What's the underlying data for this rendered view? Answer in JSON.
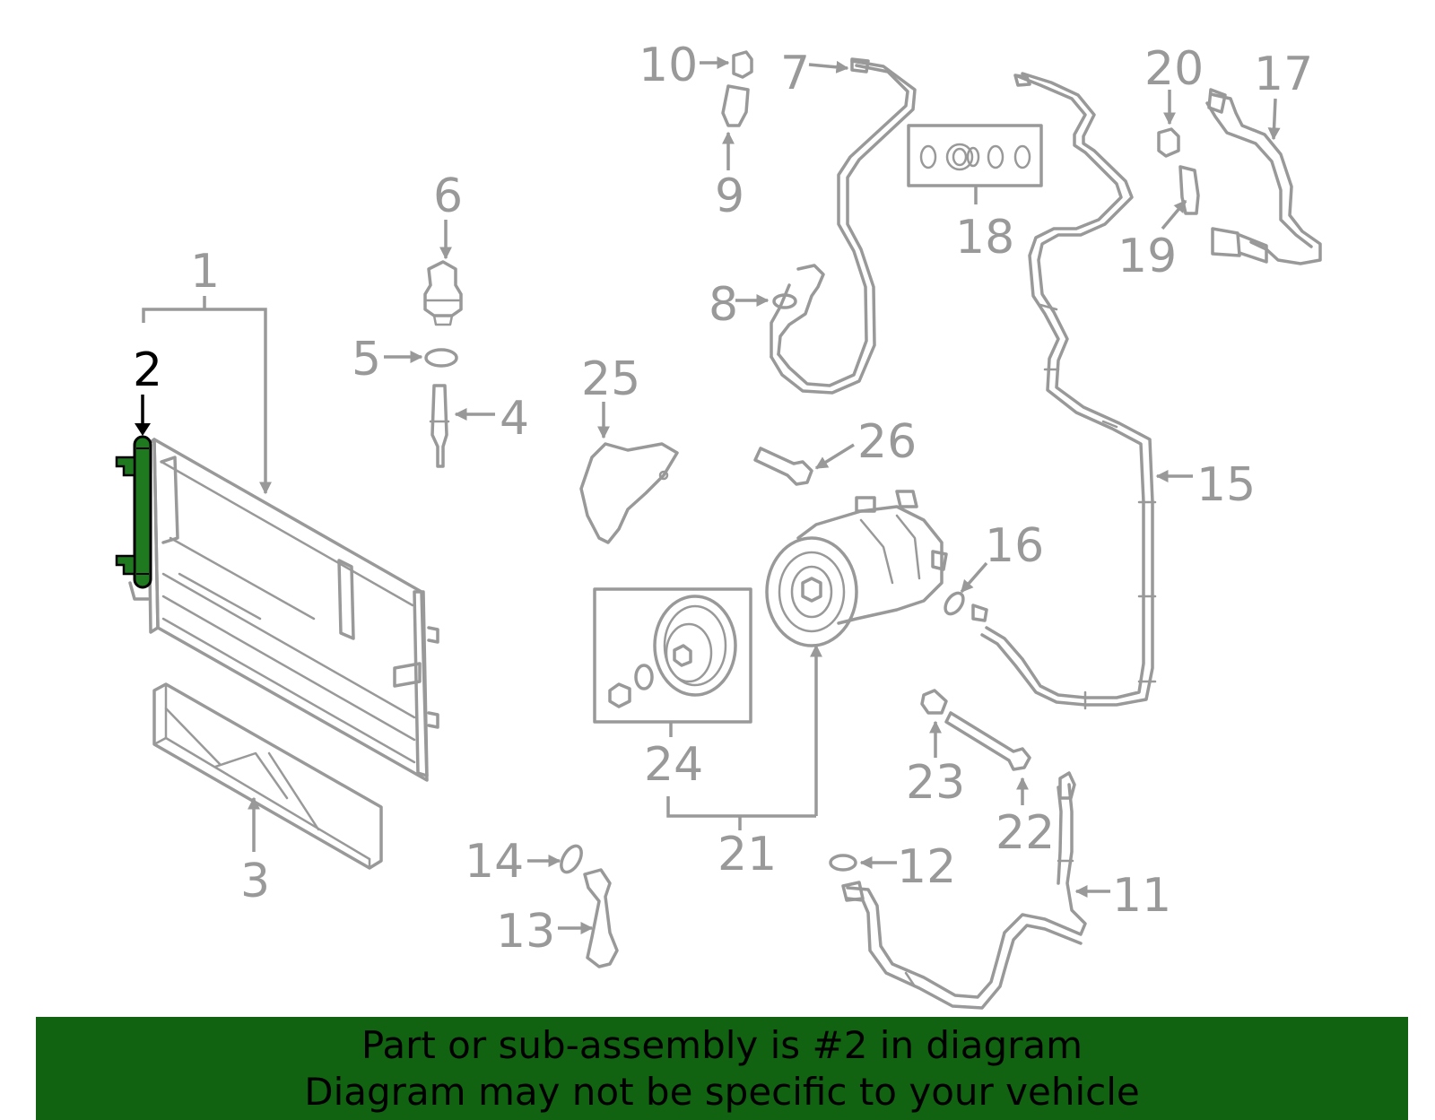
{
  "diagram": {
    "highlighted_part": "2",
    "highlight_color": "#1f7a1f",
    "callouts": {
      "c1": "1",
      "c2": "2",
      "c3": "3",
      "c4": "4",
      "c5": "5",
      "c6": "6",
      "c7": "7",
      "c8": "8",
      "c9": "9",
      "c10": "10",
      "c11": "11",
      "c12": "12",
      "c13": "13",
      "c14": "14",
      "c15": "15",
      "c16": "16",
      "c17": "17",
      "c18": "18",
      "c19": "19",
      "c20": "20",
      "c21": "21",
      "c22": "22",
      "c23": "23",
      "c24": "24",
      "c25": "25",
      "c26": "26"
    }
  },
  "banner": {
    "line1": "Part or sub-assembly is #2 in diagram",
    "line2": "Diagram may not be specific to your vehicle",
    "background": "#116211"
  }
}
